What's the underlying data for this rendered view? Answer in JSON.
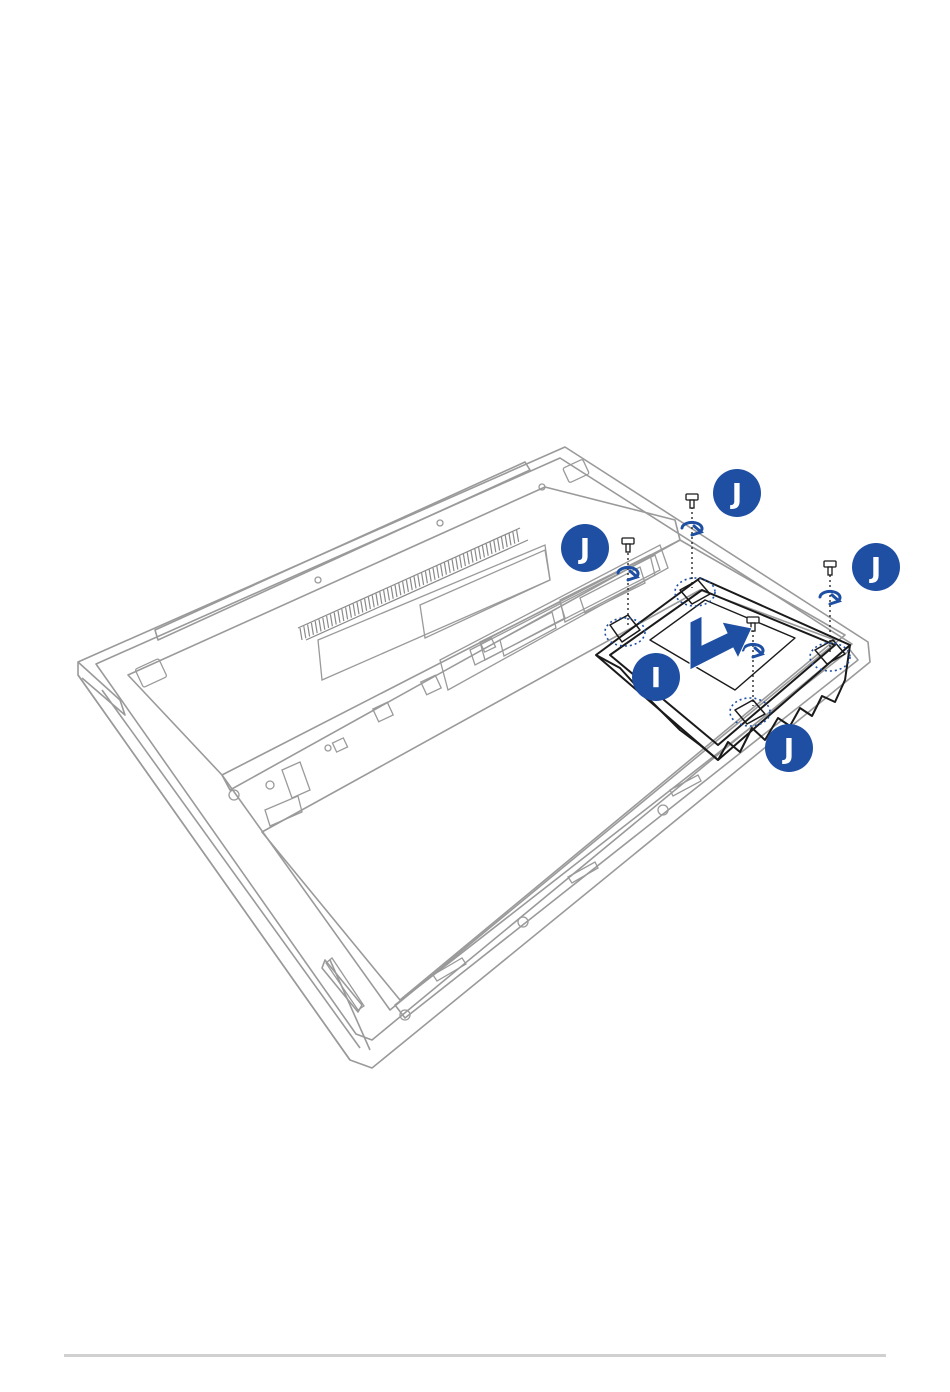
{
  "callouts": [
    {
      "id": "j1",
      "label": "J"
    },
    {
      "id": "j2",
      "label": "J"
    },
    {
      "id": "j3",
      "label": "J"
    },
    {
      "id": "j4",
      "label": "J"
    },
    {
      "id": "i1",
      "label": "I"
    }
  ],
  "colors": {
    "callout": "#1f4fa3",
    "outline": "#9a9a9a",
    "tray": "#1a1a1a",
    "arrow": "#1f4fa3",
    "footer_rule": "#d0d0d0"
  }
}
